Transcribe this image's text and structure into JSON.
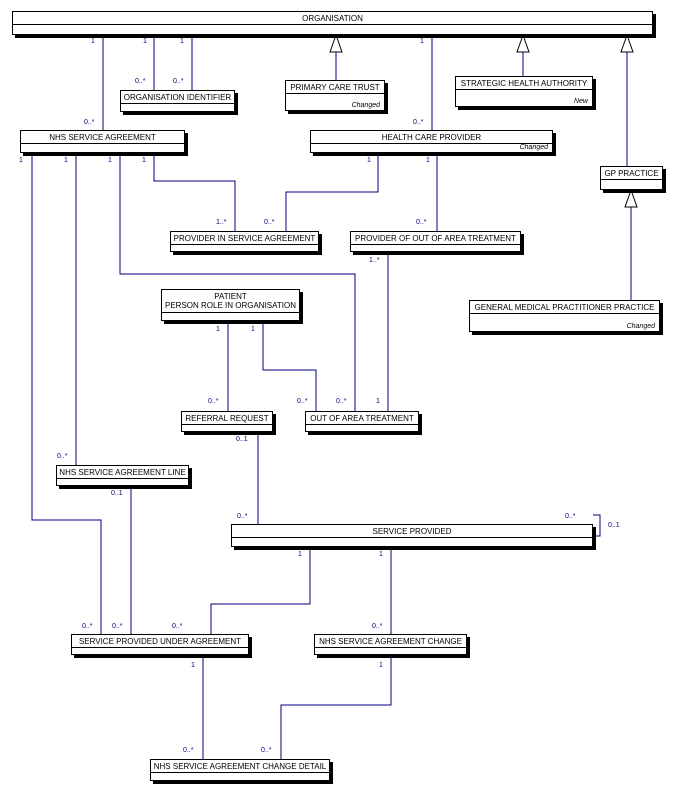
{
  "entities": {
    "organisation": {
      "name": "ORGANISATION"
    },
    "organisation_identifier": {
      "name": "ORGANISATION IDENTIFIER"
    },
    "primary_care_trust": {
      "name": "PRIMARY CARE TRUST",
      "status": "Changed"
    },
    "strategic_health_authority": {
      "name": "STRATEGIC HEALTH AUTHORITY",
      "status": "New"
    },
    "nhs_service_agreement": {
      "name": "NHS SERVICE AGREEMENT"
    },
    "health_care_provider": {
      "name": "HEALTH CARE PROVIDER",
      "status": "Changed"
    },
    "gp_practice": {
      "name": "GP PRACTICE"
    },
    "provider_in_service_agreement": {
      "name": "PROVIDER IN SERVICE AGREEMENT"
    },
    "provider_of_out_of_area_treatment": {
      "name": "PROVIDER OF OUT OF AREA TREATMENT"
    },
    "patient": {
      "name_line1": "PATIENT",
      "name_line2": "PERSON ROLE IN ORGANISATION"
    },
    "general_medical_practitioner_practice": {
      "name": "GENERAL MEDICAL PRACTITIONER PRACTICE",
      "status": "Changed"
    },
    "referral_request": {
      "name": "REFERRAL REQUEST"
    },
    "out_of_area_treatment": {
      "name": "OUT OF AREA TREATMENT"
    },
    "nhs_service_agreement_line": {
      "name": "NHS SERVICE AGREEMENT LINE"
    },
    "service_provided": {
      "name": "SERVICE PROVIDED"
    },
    "service_provided_under_agreement": {
      "name": "SERVICE PROVIDED UNDER AGREEMENT"
    },
    "nhs_service_agreement_change": {
      "name": "NHS SERVICE AGREEMENT CHANGE"
    },
    "nhs_service_agreement_change_detail": {
      "name": "NHS SERVICE AGREEMENT CHANGE DETAIL"
    }
  },
  "multiplicity": {
    "one": "1",
    "zero_many": "0..*",
    "one_many": "1..*",
    "zero_one": "0..1"
  },
  "colors": {
    "line": "#000080",
    "box_border": "#000000",
    "background": "#ffffff"
  }
}
